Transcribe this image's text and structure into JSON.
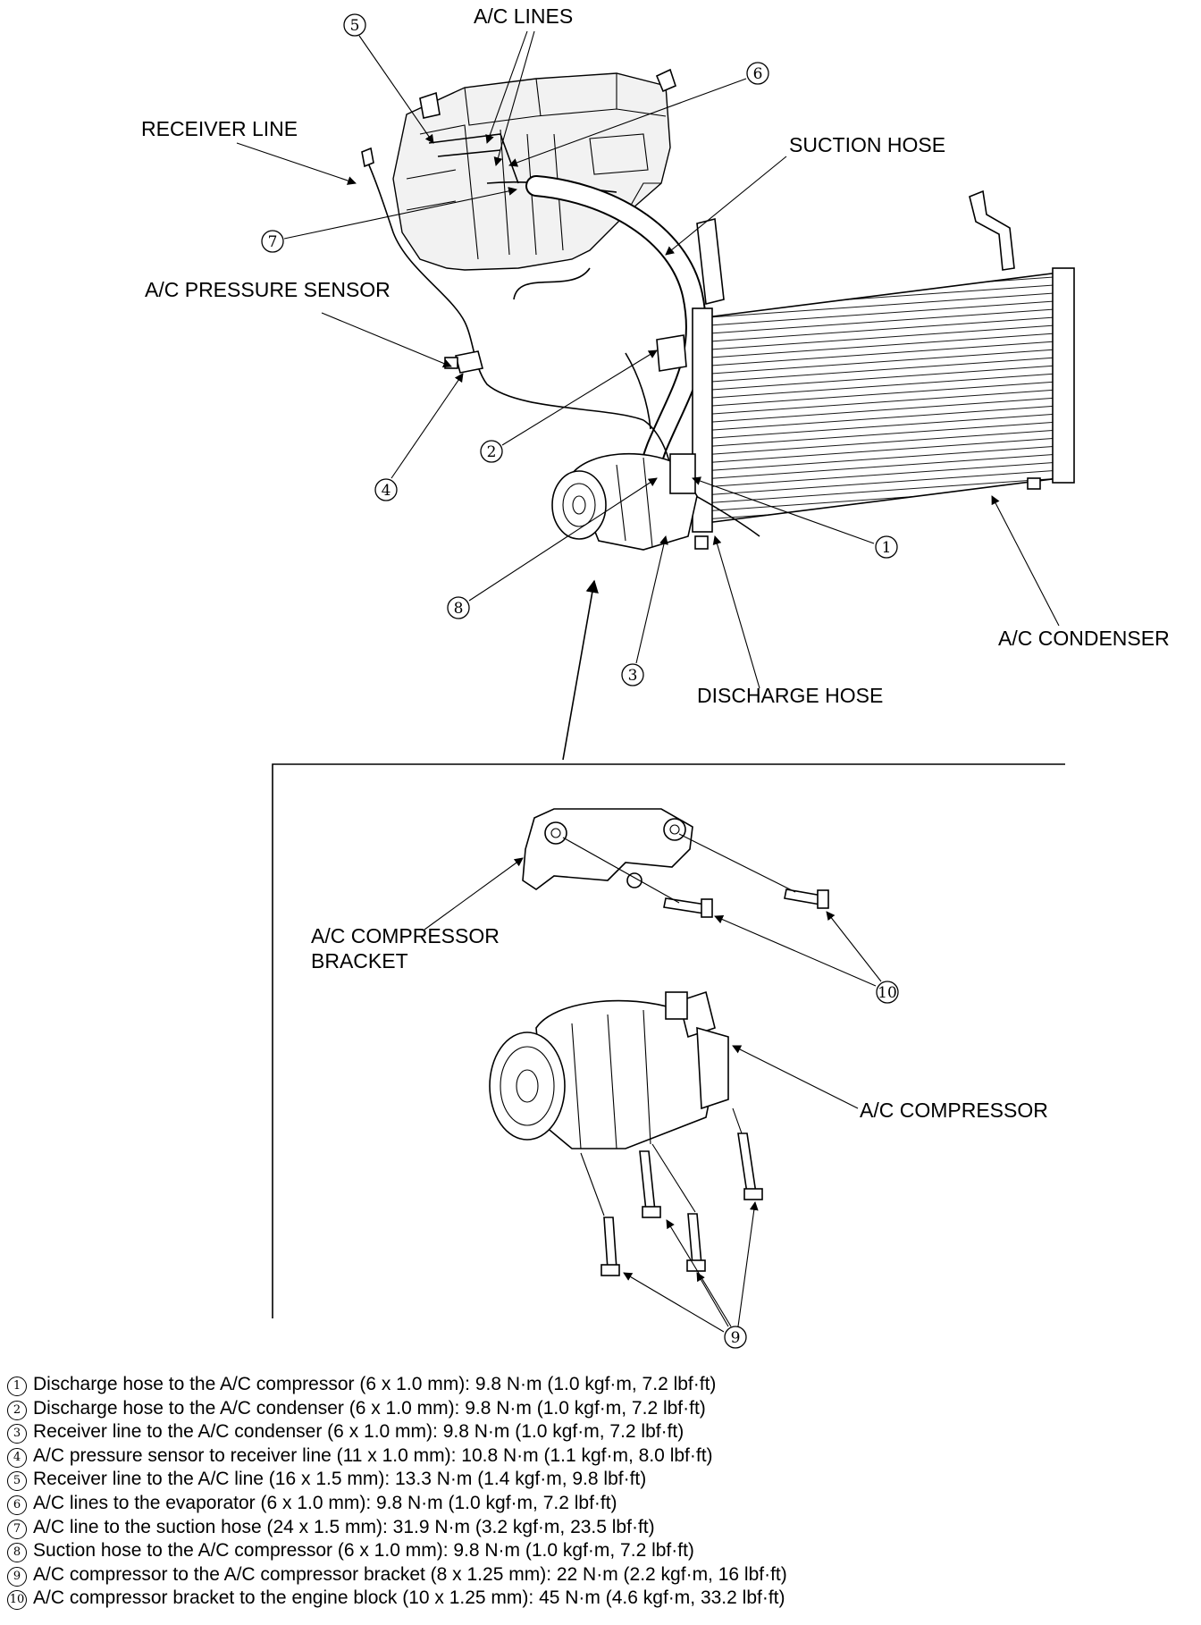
{
  "labels": {
    "ac_lines": "A/C LINES",
    "receiver_line": "RECEIVER LINE",
    "suction_hose": "SUCTION HOSE",
    "pressure_sensor": "A/C PRESSURE SENSOR",
    "ac_condenser": "A/C CONDENSER",
    "discharge_hose": "DISCHARGE HOSE",
    "compressor_bracket_1": "A/C COMPRESSOR",
    "compressor_bracket_2": "BRACKET",
    "ac_compressor": "A/C COMPRESSOR"
  },
  "callouts": [
    "1",
    "2",
    "3",
    "4",
    "5",
    "6",
    "7",
    "8",
    "9",
    "10"
  ],
  "legend": [
    {
      "num": "1",
      "text": "Discharge hose to the A/C compressor (6 x 1.0 mm): 9.8 N·m (1.0 kgf·m, 7.2 lbf·ft)"
    },
    {
      "num": "2",
      "text": "Discharge hose to the A/C condenser (6 x 1.0 mm): 9.8 N·m (1.0 kgf·m, 7.2 lbf·ft)"
    },
    {
      "num": "3",
      "text": "Receiver line to the A/C condenser (6 x 1.0 mm): 9.8 N·m (1.0 kgf·m, 7.2 lbf·ft)"
    },
    {
      "num": "4",
      "text": "A/C pressure sensor to receiver line (11 x 1.0 mm): 10.8 N·m (1.1 kgf·m, 8.0 lbf·ft)"
    },
    {
      "num": "5",
      "text": "Receiver line to the A/C line (16 x 1.5 mm): 13.3 N·m (1.4 kgf·m, 9.8 lbf·ft)"
    },
    {
      "num": "6",
      "text": "A/C lines to the evaporator (6 x 1.0 mm): 9.8 N·m (1.0 kgf·m, 7.2 lbf·ft)"
    },
    {
      "num": "7",
      "text": "A/C line to the suction hose (24 x 1.5 mm): 31.9 N·m (3.2 kgf·m, 23.5 lbf·ft)"
    },
    {
      "num": "8",
      "text": "Suction hose to the A/C compressor (6 x 1.0 mm): 9.8 N·m (1.0 kgf·m, 7.2 lbf·ft)"
    },
    {
      "num": "9",
      "text": "A/C compressor to the A/C compressor bracket (8 x 1.25 mm): 22 N·m (2.2 kgf·m, 16 lbf·ft)"
    },
    {
      "num": "10",
      "text": "A/C compressor bracket to the engine block (10 x 1.25 mm): 45 N·m (4.6 kgf·m, 33.2 lbf·ft)"
    }
  ]
}
